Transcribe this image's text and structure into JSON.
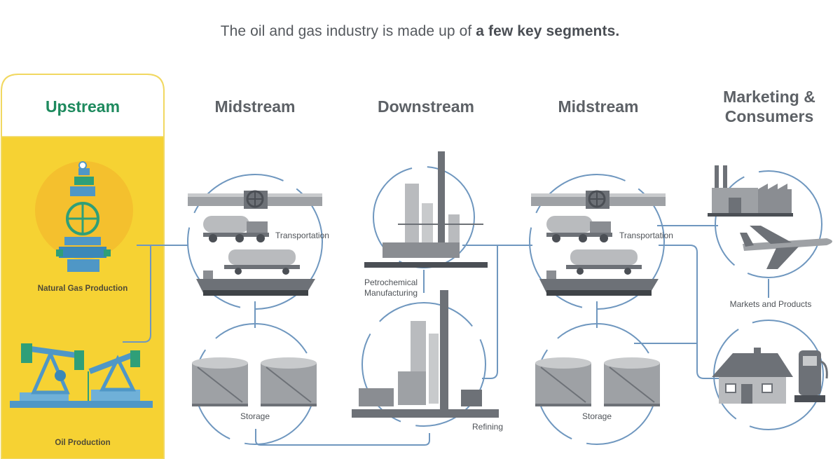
{
  "headline": {
    "lead": "The oil and gas industry is made up of",
    "bold": "a few key segments."
  },
  "segments": {
    "upstream": "Upstream",
    "midstream_1": "Midstream",
    "downstream": "Downstream",
    "midstream_2": "Midstream",
    "marketing_line1": "Marketing &",
    "marketing_line2": "Consumers"
  },
  "labels": {
    "natural_gas_production": "Natural Gas Production",
    "oil_production": "Oil Production",
    "transportation_1": "Transportation",
    "storage_1": "Storage",
    "petrochemical_line1": "Petrochemical",
    "petrochemical_line2": "Manufacturing",
    "refining": "Refining",
    "transportation_2": "Transportation",
    "storage_2": "Storage",
    "markets_and_products": "Markets and Products"
  },
  "colors": {
    "upstream_panel": "#f6d233",
    "upstream_border": "#f1d861",
    "upstream_title": "#1e8a5e",
    "connector": "#6f97bf",
    "equipment_blue": "#4f97c6",
    "equipment_green": "#2f9f78",
    "gray_dark": "#6d7177",
    "gray_mid": "#9ea1a5",
    "gray_light": "#c8cacc"
  },
  "icons": [
    "gas-wellhead-icon",
    "pumpjack-icon",
    "pipeline-valve-icon",
    "tanker-truck-icon",
    "rail-tank-car-icon",
    "tanker-ship-icon",
    "storage-tank-icon",
    "petrochemical-plant-icon",
    "refinery-icon",
    "factory-icon",
    "airplane-icon",
    "house-icon",
    "fuel-pump-icon"
  ]
}
